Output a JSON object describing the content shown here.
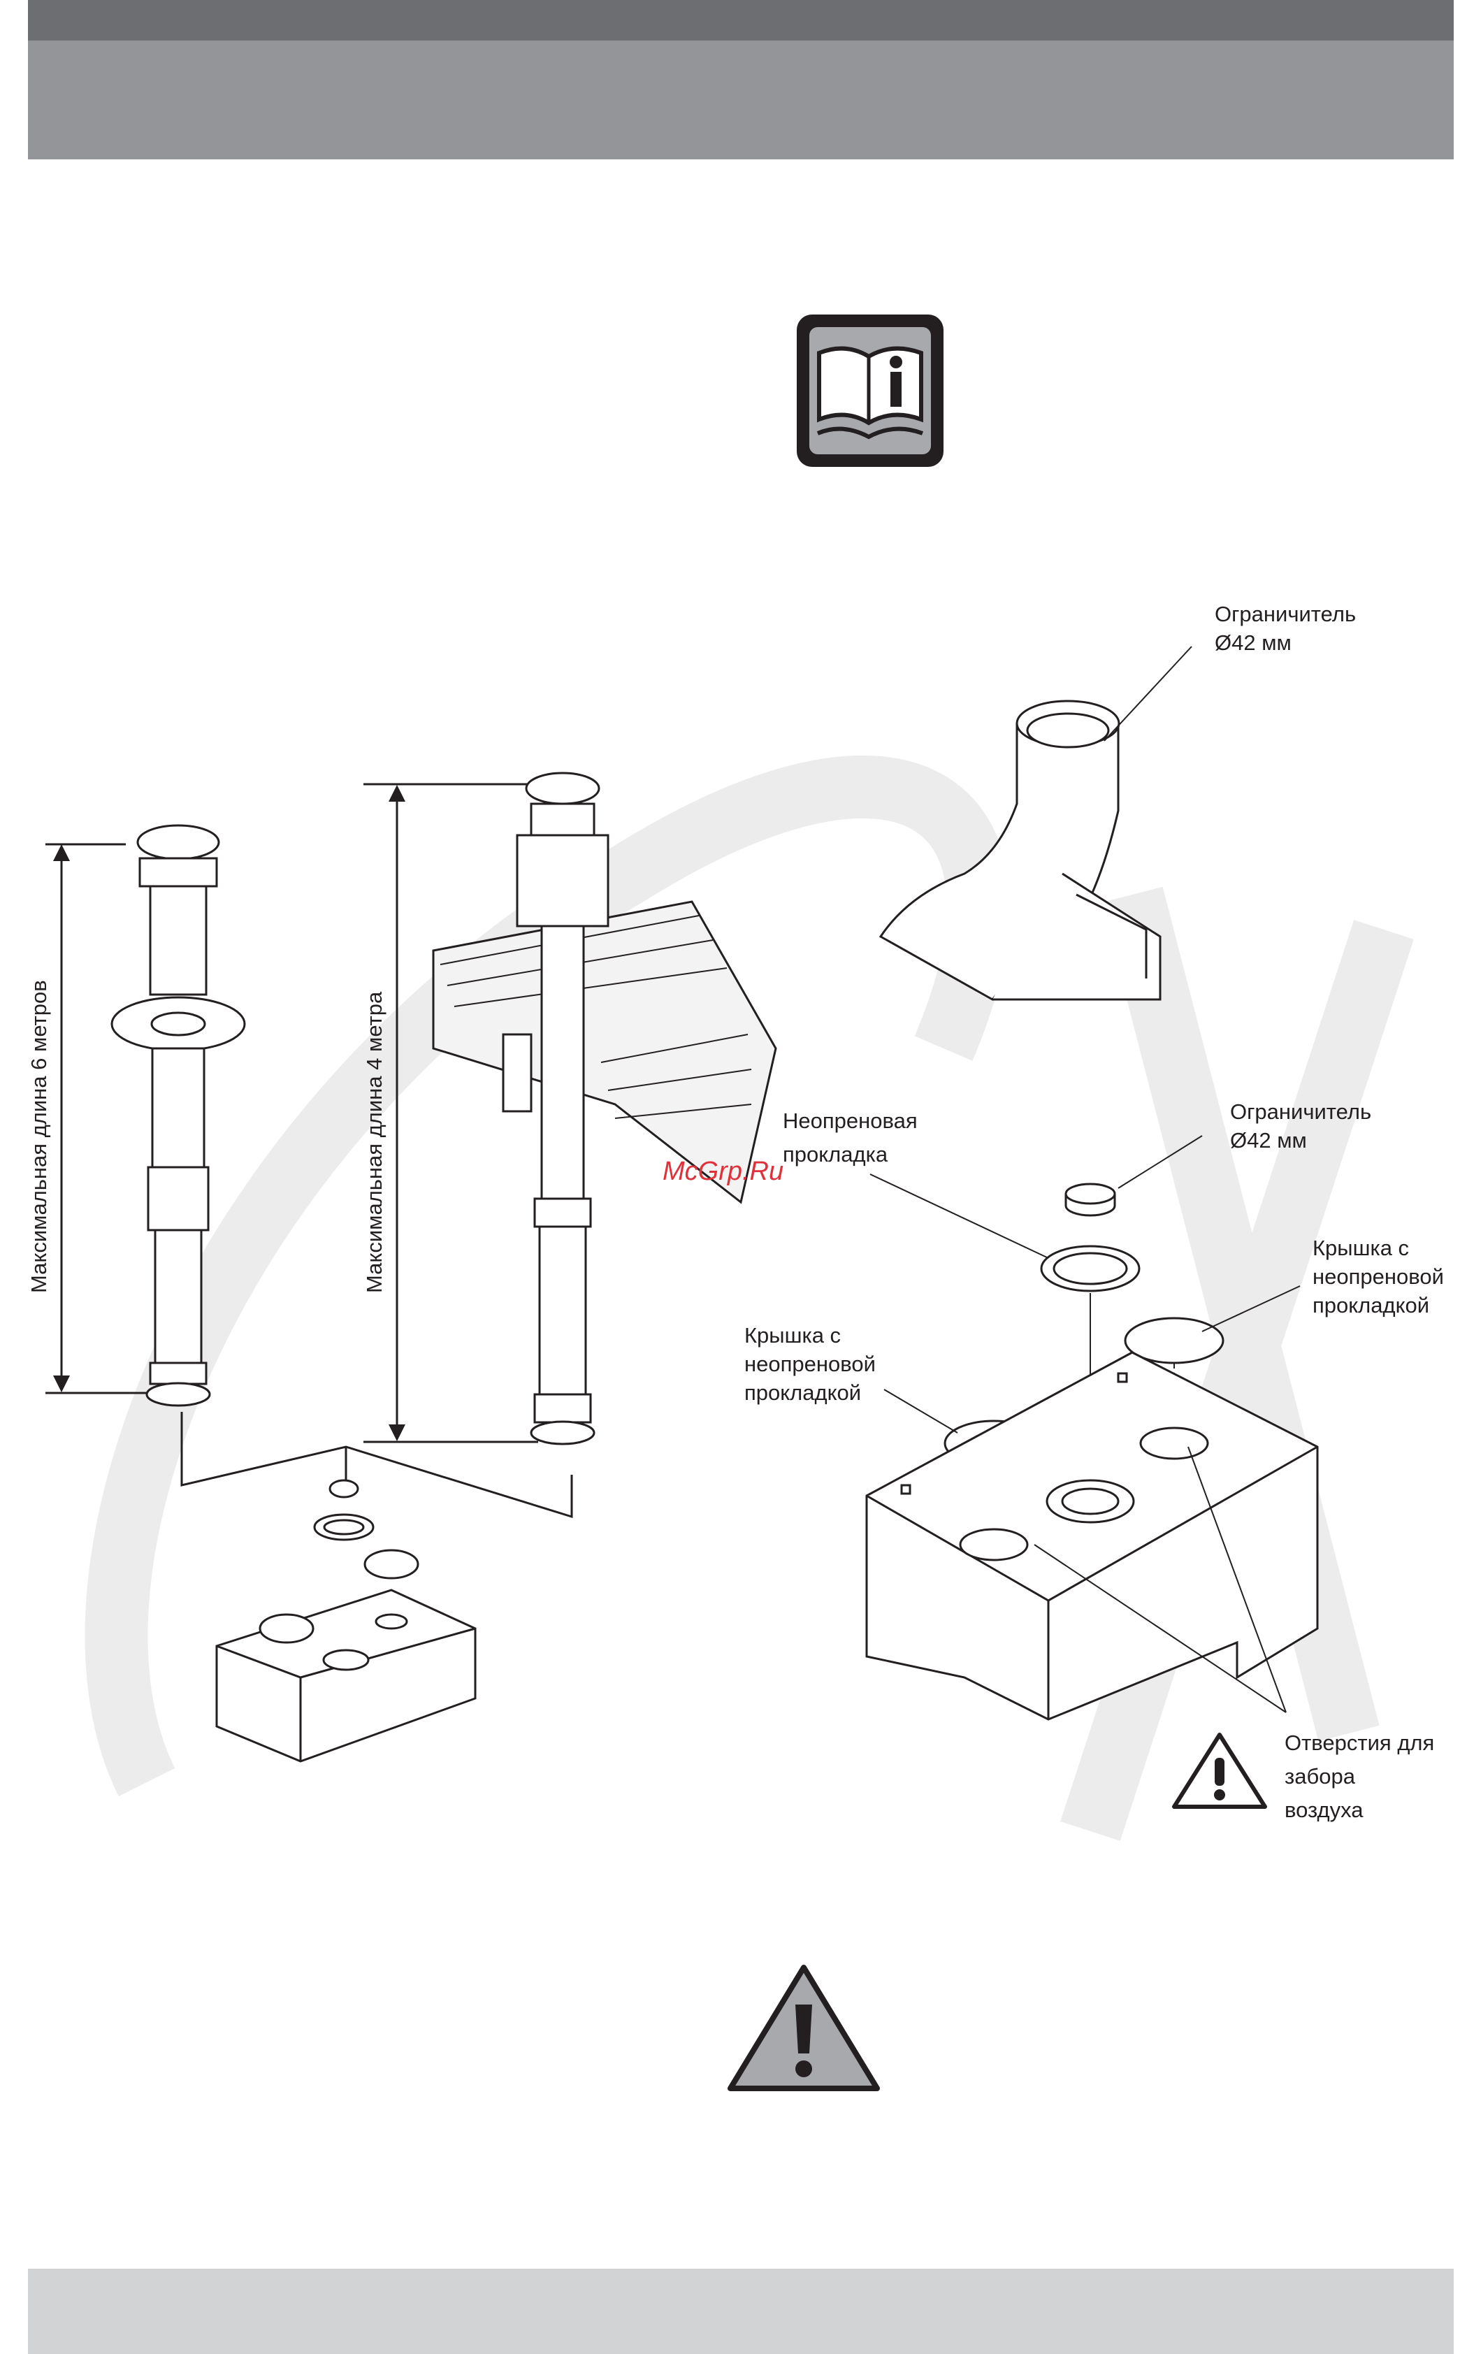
{
  "labels": {
    "limiter_top_line1": "Ограничитель",
    "limiter_top_line2": "Ø42 мм",
    "limiter_mid_line1": "Ограничитель",
    "limiter_mid_line2": "Ø42 мм",
    "neoprene_gasket_line1": "Неопреновая",
    "neoprene_gasket_line2": "прокладка",
    "cap_right_line1": "Крышка с",
    "cap_right_line2": "неопреновой",
    "cap_right_line3": "прокладкой",
    "cap_left_line1": "Крышка с",
    "cap_left_line2": "неопреновой",
    "cap_left_line3": "прокладкой",
    "air_holes_line1": "Отверстия для",
    "air_holes_line2": "забора",
    "air_holes_line3": "воздуха",
    "max_len_6m": "Максимальная длина 6 метров",
    "max_len_4m": "Максимальная длина 4 метра"
  },
  "watermark": "McGrp.Ru",
  "icons": {
    "manual": "info-manual-icon",
    "warning_small": "warning-icon",
    "warning_large": "warning-icon"
  },
  "colors": {
    "header_dark": "#6d6e71",
    "header_mid": "#939598",
    "footer": "#d1d3d4",
    "icon_fill": "#a7a9ac",
    "watermark": "#e0313a"
  }
}
